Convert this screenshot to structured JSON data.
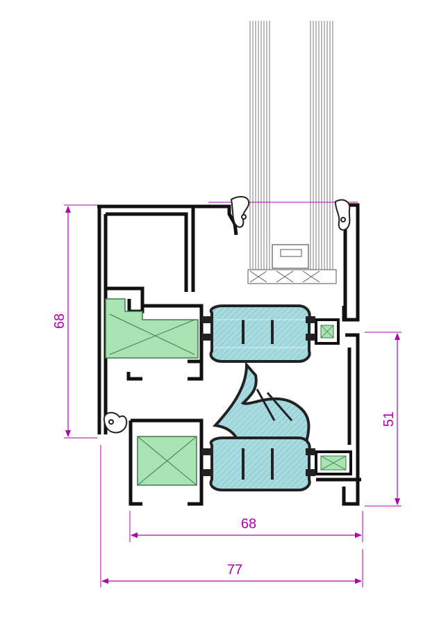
{
  "dimensions": {
    "frame_height": "68",
    "sash_height": "51",
    "sash_width": "68",
    "overall_width": "77"
  },
  "colors": {
    "dimension": "#b000b0",
    "profile": "#111111",
    "thermal_break": "#a8dbe0",
    "insulation_fill": "#a9e3b4",
    "insulation_stroke": "#3a7a4a",
    "gasket": "#222222",
    "glass_lines": "#7a7a7a"
  }
}
